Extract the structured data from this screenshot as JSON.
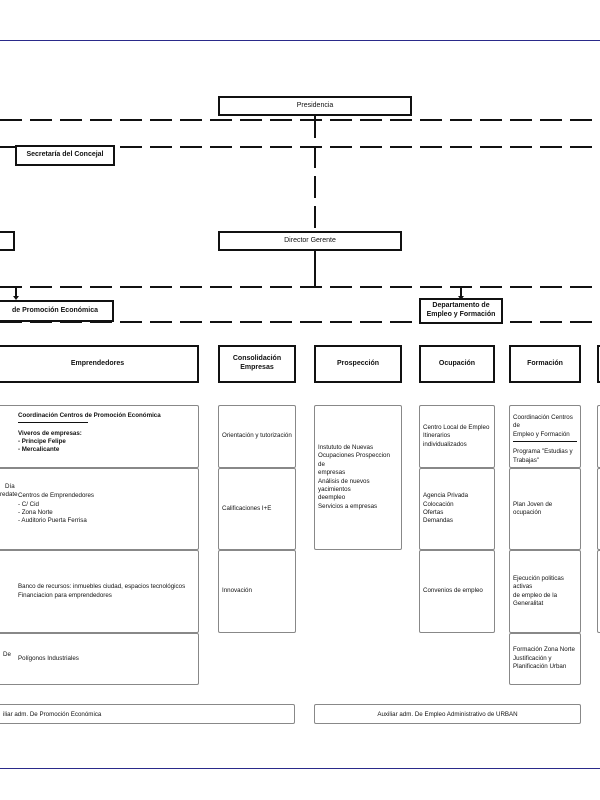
{
  "colors": {
    "rule": "#2a2a8a",
    "line": "#111111",
    "cell_border": "#888888"
  },
  "org": {
    "presidencia": "Presidencia",
    "secretaria": "Secretaría del Concejal",
    "director": "Director Gerente",
    "dept_promocion": "de Promoción Económica",
    "dept_empleo_1": "Departamento de",
    "dept_empleo_2": "Empleo y Formación"
  },
  "columns": {
    "emprendedores": "Emprendedores",
    "consolidacion": "Consolidación Empresas",
    "prospeccion": "Prospección",
    "ocupacion": "Ocupación",
    "formacion": "Formación"
  },
  "cells": {
    "emp1": {
      "title": "Coordinación Centros de Promoción Económica",
      "viveros": "Viveros de empresas:",
      "item1": "- Príncipe Felipe",
      "item2": "- Mercalicante"
    },
    "emp2": {
      "line1": "Centros de Emprendedores",
      "line2": "- C/ Cid",
      "line3": "- Zona Norte",
      "line4": "- Auditorio Puerta Ferrisa"
    },
    "emp3": {
      "line1": "Banco de recursos: inmuebles ciudad, espacios tecnológicos",
      "line2": "Financiacion para emprendedores"
    },
    "emp4": {
      "line1": "Polígonos Industriales"
    },
    "left_frag1": "Día",
    "left_frag2": "redate",
    "left_frag3": "De",
    "cons1": "Orientación y tutorización",
    "cons2": "Calificaciones I+E",
    "cons3": "Innovación",
    "pros1": {
      "line1": "Instututo de Nuevas",
      "line2": "Ocupaciones   Prospeccion de",
      "line3": "empresas",
      "line4": "Análisis de nuevos yacimientos",
      "line5": "deempleo",
      "line6": "Servicios a empresas"
    },
    "ocu1": {
      "line1": "Centro Local de Empleo",
      "line2": "Itinerarios",
      "line3": "individualizados"
    },
    "ocu2": {
      "line1": "Agencia Privada",
      "line2": "Colocación",
      "line3": "Ofertas",
      "line4": "Demandas"
    },
    "ocu3": "Convenios de empleo",
    "for1": {
      "line1": "Coordinación Centros de",
      "line2": "Empleo y Formación",
      "line3": "Programa \"Estudias y",
      "line4": "Trabajas\""
    },
    "for2": "Plan Joven de ocupación",
    "for3": {
      "line1": "Ejecución politicas activas",
      "line2": "de empleo de la",
      "line3": "Generalitat"
    },
    "for4": {
      "line1": "Formación Zona Norte",
      "line2": "Justificación y",
      "line3": "Planificación Urban"
    }
  },
  "footer": {
    "left": "iliar adm. De Promoción Económica",
    "right": "Auxiliar adm. De Empleo   Administrativo de URBAN"
  }
}
